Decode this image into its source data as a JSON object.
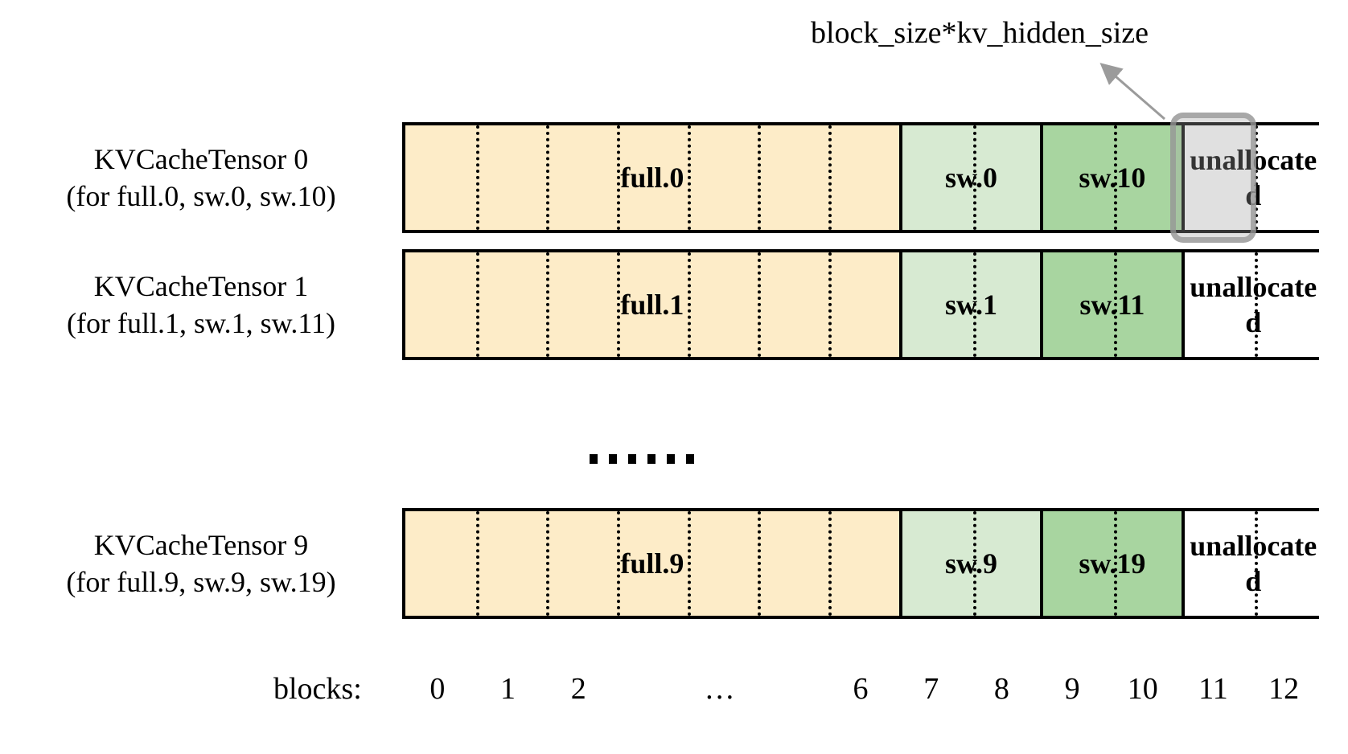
{
  "diagram": {
    "caption": "block_size*kv_hidden_size",
    "ellipsis_dots": 6,
    "colors": {
      "full": "#fdecc8",
      "sw_light": "#d7ead2",
      "sw_dark": "#a8d5a0",
      "unallocated": "#ffffff",
      "outline": "#000000",
      "highlight_stroke": "#969696",
      "highlight_fill": "#a0a0a0"
    },
    "rows": [
      {
        "label_line1": "KVCacheTensor 0",
        "label_line2": "(for full.0, sw.0, sw.10)",
        "segments": [
          {
            "text": "full.0",
            "fill": "full",
            "blocks": 7,
            "highlight": false
          },
          {
            "text": "sw.0",
            "fill": "sw_light",
            "blocks": 2,
            "highlight": false
          },
          {
            "text": "sw.10",
            "fill": "sw_dark",
            "blocks": 2,
            "highlight": false
          },
          {
            "text": "unallocated",
            "fill": "unallocated",
            "blocks": 2,
            "highlight": true
          }
        ]
      },
      {
        "label_line1": "KVCacheTensor 1",
        "label_line2": "(for full.1, sw.1, sw.11)",
        "segments": [
          {
            "text": "full.1",
            "fill": "full",
            "blocks": 7,
            "highlight": false
          },
          {
            "text": "sw.1",
            "fill": "sw_light",
            "blocks": 2,
            "highlight": false
          },
          {
            "text": "sw.11",
            "fill": "sw_dark",
            "blocks": 2,
            "highlight": false
          },
          {
            "text": "unallocated",
            "fill": "unallocated",
            "blocks": 2,
            "highlight": false
          }
        ]
      },
      {
        "label_line1": "KVCacheTensor 9",
        "label_line2": "(for full.9, sw.9, sw.19)",
        "segments": [
          {
            "text": "full.9",
            "fill": "full",
            "blocks": 7,
            "highlight": false
          },
          {
            "text": "sw.9",
            "fill": "sw_light",
            "blocks": 2,
            "highlight": false
          },
          {
            "text": "sw.19",
            "fill": "sw_dark",
            "blocks": 2,
            "highlight": false
          },
          {
            "text": "unallocated",
            "fill": "unallocated",
            "blocks": 2,
            "highlight": false
          }
        ]
      }
    ],
    "axis": {
      "title": "blocks:",
      "ticks": [
        "0",
        "1",
        "2",
        "…",
        "6",
        "7",
        "8",
        "9",
        "10",
        "11",
        "12"
      ]
    }
  }
}
